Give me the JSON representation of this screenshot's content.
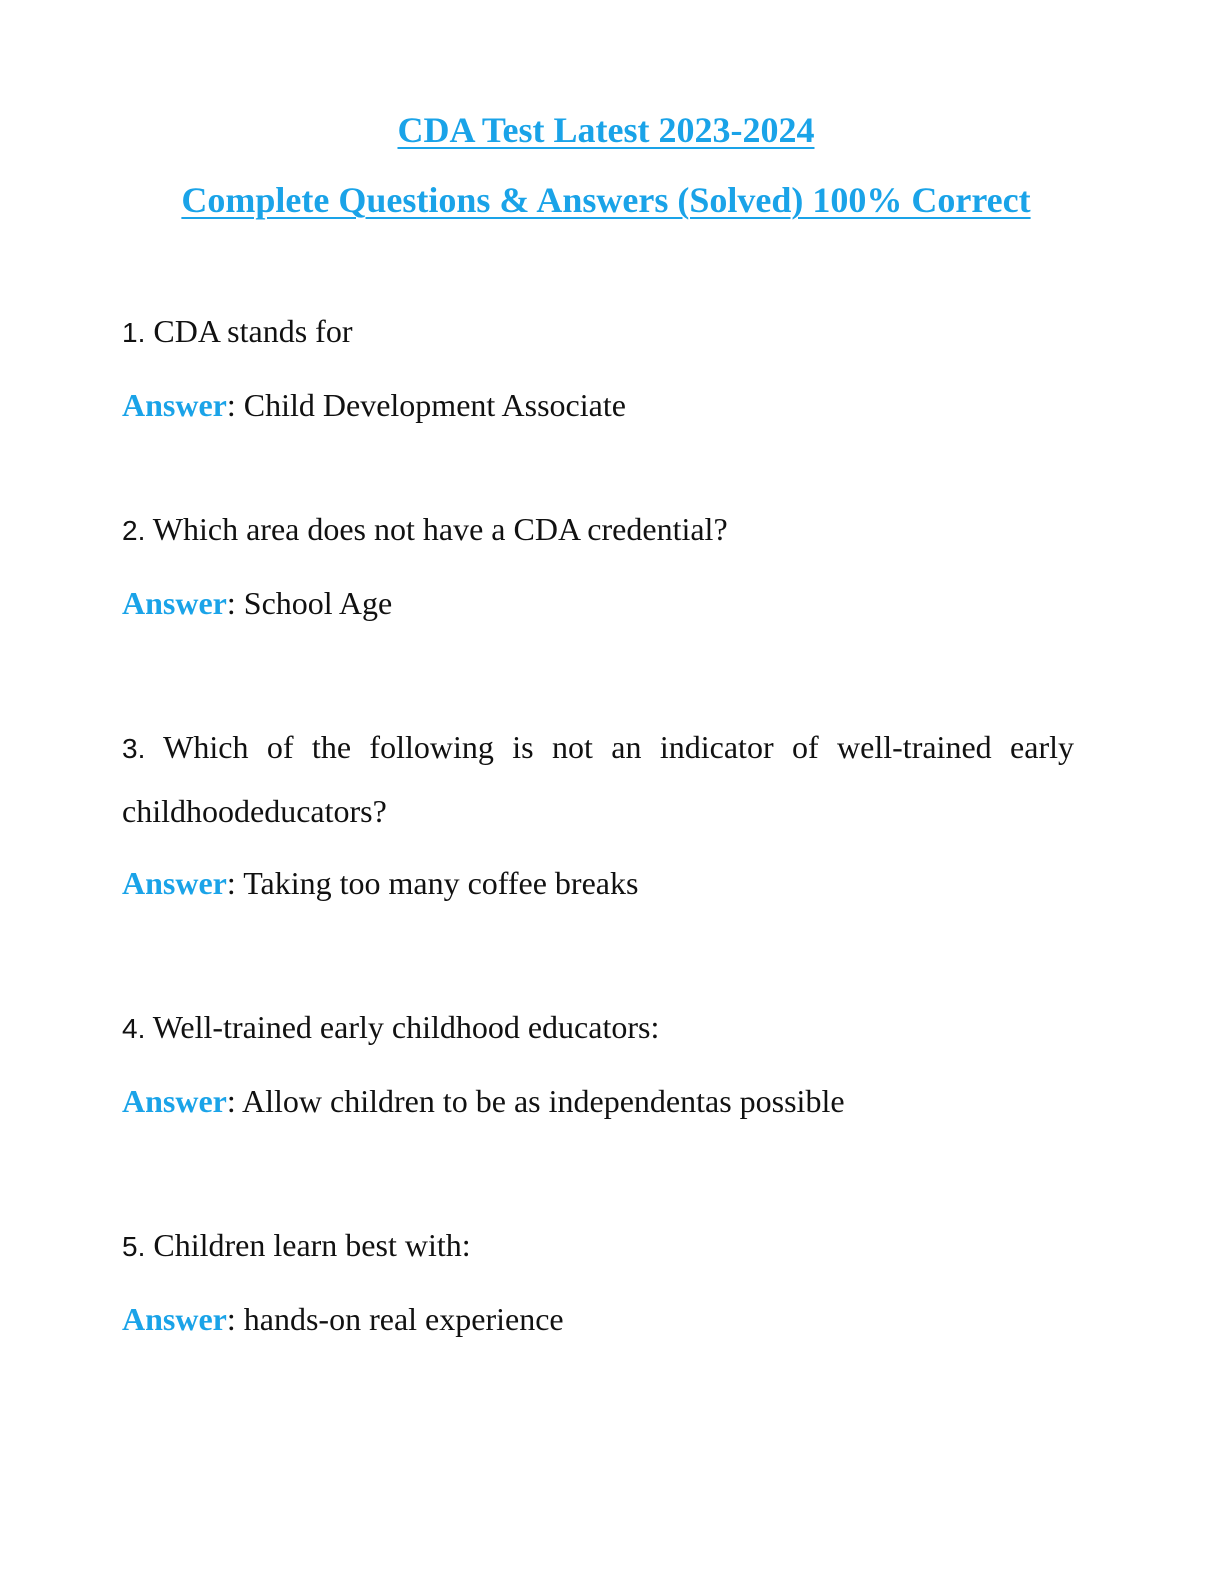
{
  "document": {
    "title_line1": "CDA Test Latest 2023-2024",
    "title_line2": "Complete Questions & Answers (Solved) 100% Correct",
    "answer_label": "Answer",
    "answer_separator": ": ",
    "accent_color": "#1aa3e8",
    "items": [
      {
        "number": "1.",
        "question": " CDA stands for",
        "answer": "Child Development Associate"
      },
      {
        "number": "2.",
        "question": " Which area does not have a CDA credential?",
        "answer": "School Age"
      },
      {
        "number": "3.",
        "question": " Which of the following is not an indicator of well-trained early childhoodeducators?",
        "answer": "Taking too many coffee breaks"
      },
      {
        "number": "4.",
        "question": " Well-trained early childhood educators:",
        "answer": "Allow children to be as independentas possible"
      },
      {
        "number": "5.",
        "question": " Children learn best with:",
        "answer": "hands-on real experience"
      }
    ]
  }
}
